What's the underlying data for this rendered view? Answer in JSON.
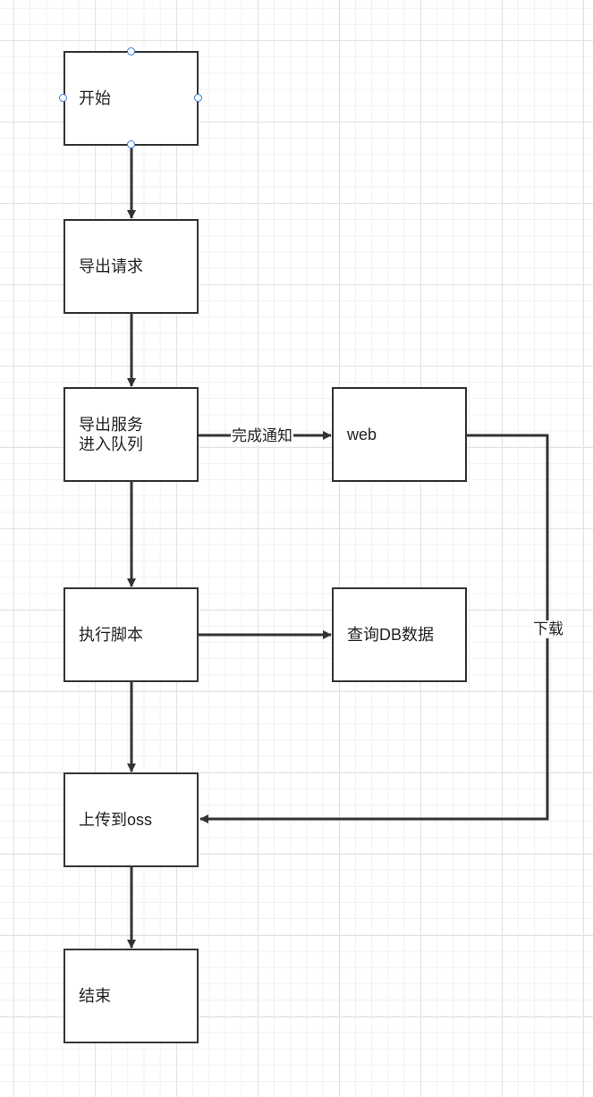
{
  "nodes": {
    "start": {
      "label": "开始"
    },
    "export_request": {
      "label": "导出请求"
    },
    "export_service": {
      "line1": "导出服务",
      "line2": "进入队列"
    },
    "web": {
      "label": "web"
    },
    "run_script": {
      "label": "执行脚本"
    },
    "query_db": {
      "label": "查询DB数据"
    },
    "upload_oss": {
      "label": "上传到oss"
    },
    "end": {
      "label": "结束"
    }
  },
  "edges": {
    "notify_label": "完成通知",
    "download_label": "下载"
  },
  "colors": {
    "stroke": "#333333",
    "selection_handle": "#3a7bd5",
    "grid_major": "#e2e2e2",
    "grid_minor": "#f1f1f1"
  }
}
